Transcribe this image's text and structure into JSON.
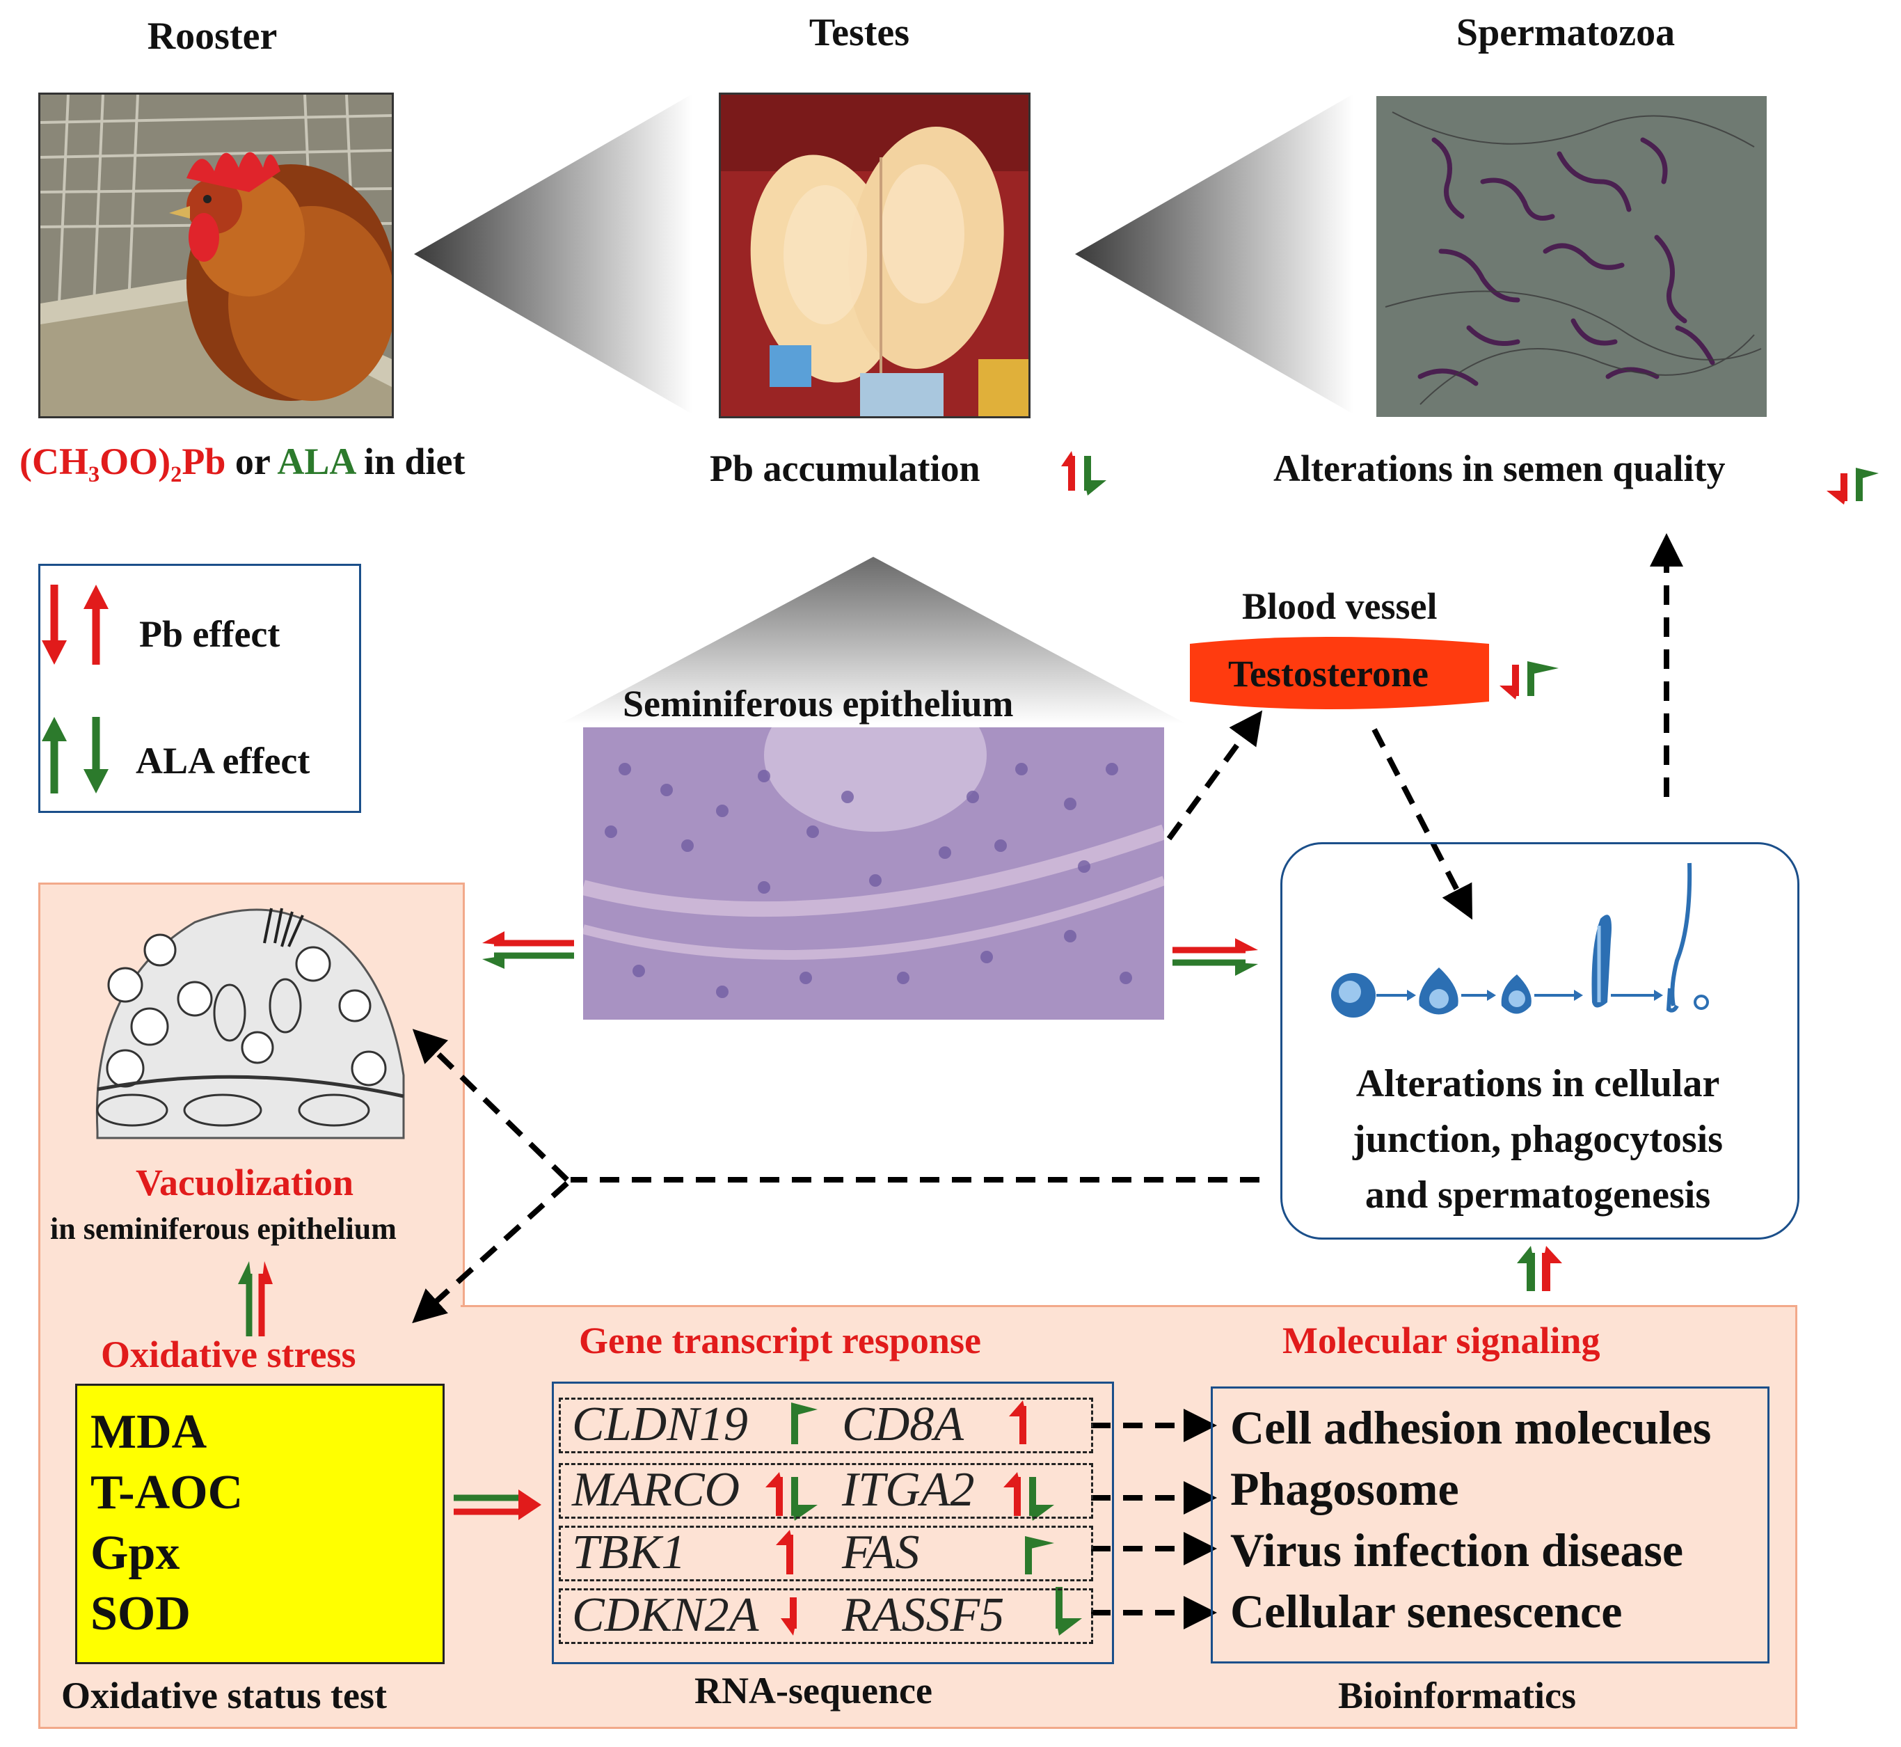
{
  "top": {
    "rooster_title": "Rooster",
    "testes_title": "Testes",
    "sperm_title": "Spermatozoa",
    "diet_part1": "(CH₃OO)₂Pb",
    "diet_part2": " or ",
    "diet_part3": "ALA",
    "diet_part4": " in diet",
    "pb_accumulation": "Pb accumulation",
    "semen_quality": "Alterations in semen quality"
  },
  "legend": {
    "pb": "Pb effect",
    "ala": "ALA effect"
  },
  "middle": {
    "blood_vessel": "Blood vessel",
    "testosterone": "Testosterone",
    "seminiferous": "Seminiferous epithelium",
    "cellular_line1": "Alterations in cellular",
    "cellular_line2": "junction, phagocytosis",
    "cellular_line3": "and spermatogenesis"
  },
  "left": {
    "vacuolization": "Vacuolization",
    "vacuolization_sub": "in seminiferous epithelium",
    "oxidative_stress": "Oxidative stress",
    "oxidative_test": "Oxidative status test",
    "markers": [
      "MDA",
      "T-AOC",
      "Gpx",
      "SOD"
    ]
  },
  "genes": {
    "title": "Gene transcript response",
    "footer": "RNA-sequence",
    "rows": [
      [
        "CLDN19",
        "CD8A"
      ],
      [
        "MARCO",
        "ITGA2"
      ],
      [
        "TBK1",
        "FAS"
      ],
      [
        "CDKN2A",
        "RASSF5"
      ]
    ]
  },
  "signaling": {
    "title": "Molecular signaling",
    "footer": "Bioinformatics",
    "items": [
      "Cell adhesion molecules",
      "Phagosome",
      "Virus infection disease",
      "Cellular senescence"
    ]
  },
  "colors": {
    "pb_red": "#e11b1b",
    "ala_green": "#2c7a2c",
    "panel": "#fde2d4",
    "highlight": "#ffff00"
  }
}
